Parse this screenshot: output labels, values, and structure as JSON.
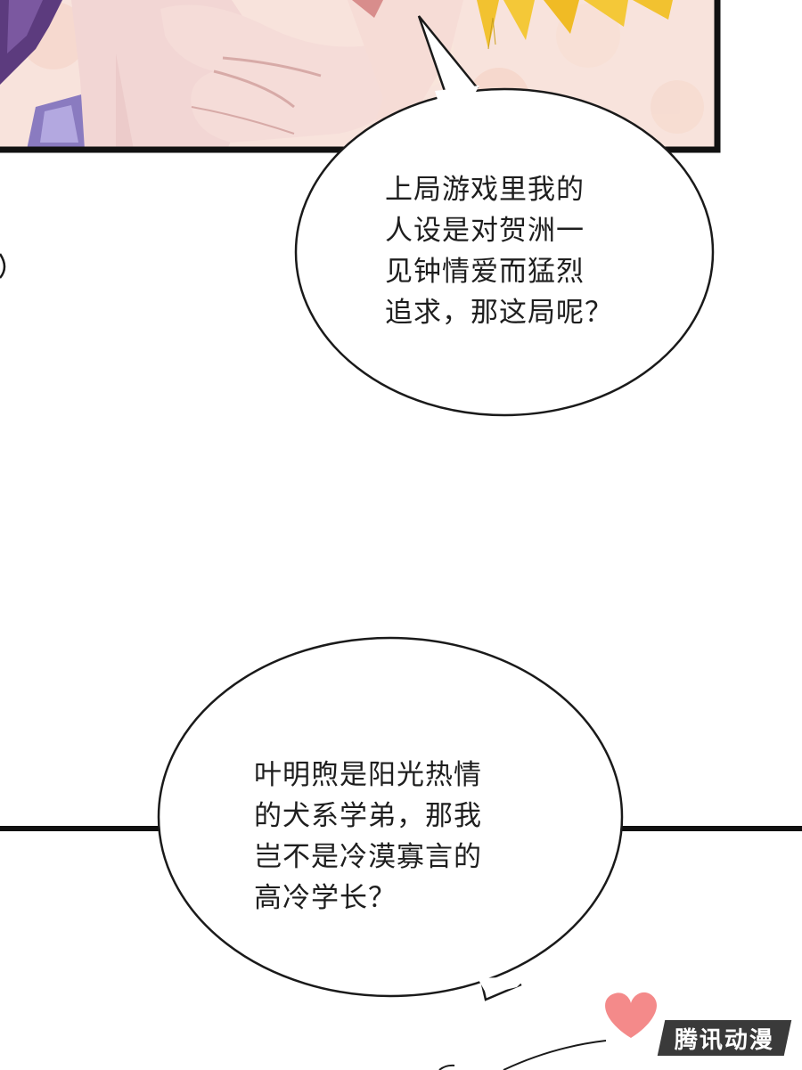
{
  "bubbles": [
    {
      "lines": [
        "上局游戏里我的",
        "人设是对贺洲一",
        "见钟情爱而猛烈",
        "追求，那这局呢？"
      ]
    },
    {
      "lines": [
        "叶明煦是阳光热情",
        "的犬系学弟，那我",
        "岂不是冷漠寡言的",
        "高冷学长？"
      ]
    }
  ],
  "watermark": {
    "text": "腾讯动漫"
  },
  "colors": {
    "panel_border": "#111111",
    "skin": "#f3d9d6",
    "hair_purple": "#6a4a8a",
    "hair_blond": "#f2c230",
    "background_peach": "#fbe6dc",
    "heart": "#f48a8a"
  }
}
